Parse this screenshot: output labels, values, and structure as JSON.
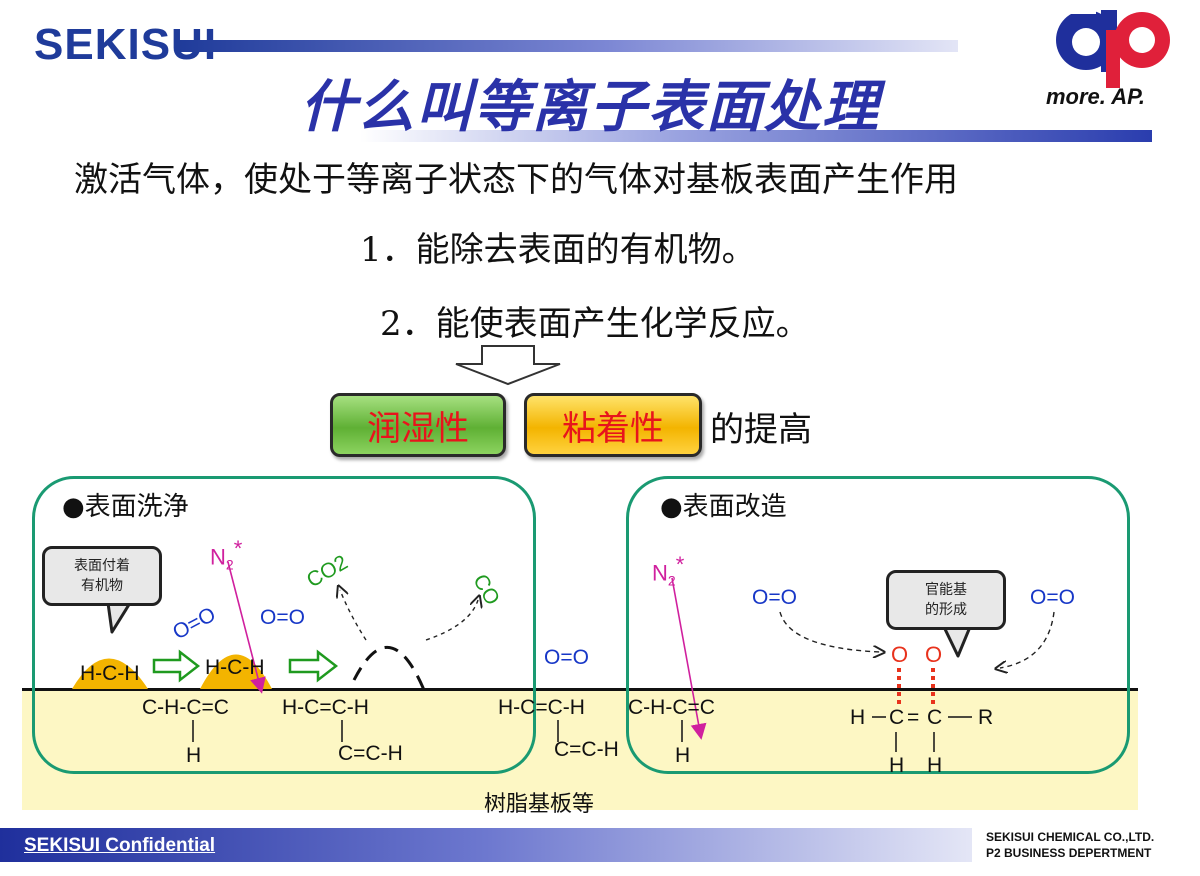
{
  "header": {
    "logo_text": "SEKISUI",
    "title": "什么叫等离子表面处理",
    "ap_tagline": "more. AP."
  },
  "body": {
    "line1": "激活气体，使处于等离子状态下的气体对基板表面产生作用",
    "line2": "1．能除去表面的有机物。",
    "line3": "2．能使表面产生化学反应。"
  },
  "results": {
    "wettability": "润湿性",
    "adhesion": "粘着性",
    "improvement": "的提高"
  },
  "diagram": {
    "left": {
      "heading": "●表面洗浄",
      "bubble_line1": "表面付着",
      "bubble_line2": "有机物",
      "n2": "N",
      "n2_sub": "2",
      "n2_star": "*",
      "co2": "CO2",
      "co": "CO",
      "o2_a": "O=O",
      "o2_b": "O=O",
      "hch_a": "H-C-H",
      "hch_b": "H-C-H",
      "chain_a": "C-H-C=C",
      "chain_a_h": "H",
      "chain_b": "H-C=C-H",
      "chain_b_sub": "C=C-H"
    },
    "middle": {
      "o2": "O=O",
      "chain": "H-C=C-H",
      "chain_sub": "C=C-H"
    },
    "right": {
      "heading": "●表面改造",
      "n2": "N",
      "n2_sub": "2",
      "n2_star": "*",
      "o2_left": "O=O",
      "o2_right": "O=O",
      "bubble_line1": "官能基",
      "bubble_line2": "的形成",
      "o_a": "O",
      "o_b": "O",
      "chain": "C-H-C=C",
      "chain_h": "H",
      "formula_h": "H",
      "formula_c1": "C",
      "formula_eq": "=",
      "formula_c2": "C",
      "formula_r": "R",
      "formula_h1": "H",
      "formula_h2": "H"
    },
    "substrate_label": "树脂基板等"
  },
  "footer": {
    "confidential": "SEKISUI Confidential",
    "company_line1": "SEKISUI CHEMICAL CO.,LTD.",
    "company_line2": "P2 BUSINESS DEPERTMENT"
  },
  "colors": {
    "brand_blue": "#1f3b9a",
    "title_blue": "#2a32a8",
    "box_green": "#1a9a72",
    "red_text": "#e8141c",
    "ap_red": "#e0203a",
    "ap_blue": "#1f2f9c"
  }
}
